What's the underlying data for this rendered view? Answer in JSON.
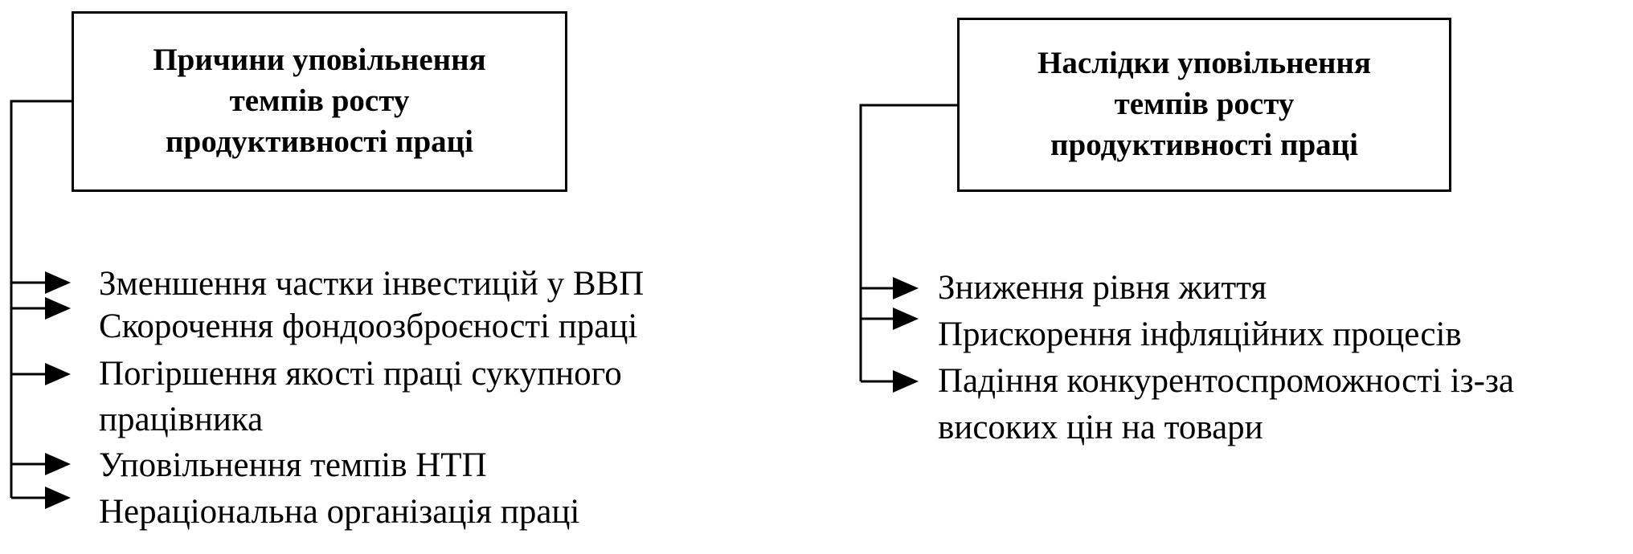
{
  "causes": {
    "title": "Причини уповільнення\nтемпів росту\nпродуктивності праці",
    "items": [
      "Зменшення частки інвестицій у ВВП",
      "Скорочення фондоозброєності праці",
      "Погіршення якості праці сукупного",
      "працівника",
      "Уповільнення темпів НТП",
      "Нераціональна організація праці"
    ]
  },
  "effects": {
    "title": "Наслідки уповільнення\nтемпів росту\nпродуктивності праці",
    "items": [
      "Зниження рівня життя",
      "Прискорення інфляційних процесів",
      "Падіння конкурентоспроможності із-за",
      "високих цін на товари"
    ]
  }
}
